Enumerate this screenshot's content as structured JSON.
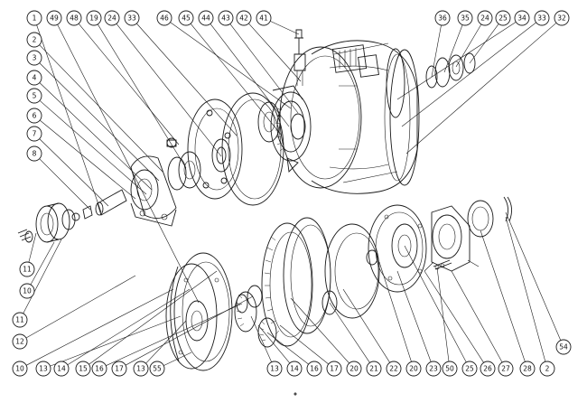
{
  "callouts_top": [
    "1",
    "49",
    "48",
    "19",
    "24",
    "33",
    "46",
    "45",
    "44",
    "43",
    "42",
    "41",
    "36",
    "35",
    "24",
    "25",
    "34",
    "33",
    "32"
  ],
  "callouts_left": [
    "2",
    "3",
    "4",
    "5",
    "6",
    "7",
    "8",
    "11",
    "10",
    "11",
    "12",
    "10"
  ],
  "callouts_bottom": [
    "13",
    "14",
    "15",
    "16",
    "17",
    "13",
    "55",
    "13",
    "14",
    "16",
    "17",
    "20",
    "21",
    "22",
    "20",
    "23",
    "50",
    "25",
    "26",
    "27",
    "28",
    "2"
  ],
  "callouts_right": [
    "54"
  ],
  "colors": {
    "line": "#1a1a1a",
    "background": "#ffffff"
  }
}
